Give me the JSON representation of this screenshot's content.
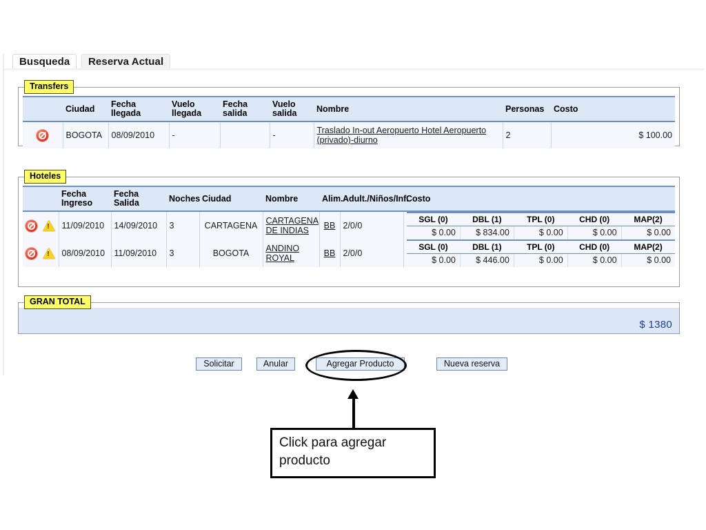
{
  "tabs": [
    {
      "label": "Busqueda",
      "active": true
    },
    {
      "label": "Reserva Actual",
      "active": false
    }
  ],
  "transfers": {
    "legend": "Transfers",
    "columns": [
      "",
      "Ciudad",
      "Fecha llegada",
      "Vuelo llegada",
      "Fecha salida",
      "Vuelo salida",
      "Nombre",
      "Personas",
      "Costo"
    ],
    "col_ciudad": "Ciudad",
    "col_fecha_llegada": "Fecha llegada",
    "col_vuelo_llegada": "Vuelo llegada",
    "col_fecha_salida": "Fecha salida",
    "col_vuelo_salida": "Vuelo salida",
    "col_nombre": "Nombre",
    "col_personas": "Personas",
    "col_costo": "Costo",
    "rows": [
      {
        "delete_icon": "deny-icon",
        "ciudad": "BOGOTA",
        "fecha_llegada": "08/09/2010",
        "vuelo_llegada": "-",
        "fecha_salida": "",
        "vuelo_salida": "-",
        "nombre": "Traslado In-out Aeropuerto Hotel Aeropuerto (privado)-diurno",
        "personas": "2",
        "costo": "$ 100.00"
      }
    ]
  },
  "hoteles": {
    "legend": "Hoteles",
    "col_fecha_ingreso": "Fecha Ingreso",
    "col_fecha_salida": "Fecha Salida",
    "col_noches": "Noches",
    "col_ciudad": "Ciudad",
    "col_nombre": "Nombre",
    "col_alim": "Alim.",
    "col_adult": "Adult./Niños/Inf.",
    "col_costo": "Costo",
    "rate_columns": [
      "SGL (0)",
      "DBL (1)",
      "TPL (0)",
      "CHD (0)",
      "MAP(2)"
    ],
    "rows": [
      {
        "delete_icon": "deny-icon",
        "warn_icon": "warning-icon",
        "fecha_ingreso": "11/09/2010",
        "fecha_salida": "14/09/2010",
        "noches": "3",
        "ciudad": "CARTAGENA",
        "nombre": "CARTAGENA DE INDIAS",
        "alim": "BB",
        "adult": "2/0/0",
        "rate_headers": [
          "SGL (0)",
          "DBL (1)",
          "TPL (0)",
          "CHD (0)",
          "MAP(2)"
        ],
        "rate_values": [
          "$ 0.00",
          "$ 834.00",
          "$ 0.00",
          "$ 0.00",
          "$ 0.00"
        ]
      },
      {
        "delete_icon": "deny-icon",
        "warn_icon": "warning-icon",
        "fecha_ingreso": "08/09/2010",
        "fecha_salida": "11/09/2010",
        "noches": "3",
        "ciudad": "BOGOTA",
        "nombre": "ANDINO ROYAL",
        "alim": "BB",
        "adult": "2/0/0",
        "rate_headers": [
          "SGL (0)",
          "DBL (1)",
          "TPL (0)",
          "CHD (0)",
          "MAP(2)"
        ],
        "rate_values": [
          "$ 0.00",
          "$ 446.00",
          "$ 0.00",
          "$ 0.00",
          "$ 0.00"
        ]
      }
    ]
  },
  "gran_total": {
    "legend": "GRAN TOTAL",
    "amount": "$ 1380",
    "amount_color": "#1f3f8f"
  },
  "buttons": [
    {
      "label": "Solicitar"
    },
    {
      "label": "Anular"
    },
    {
      "label": "Agregar Producto"
    },
    {
      "label": "Nueva reserva"
    }
  ],
  "annotation": {
    "text": "Click para agregar\nproducto",
    "highlight_target": "Agregar Producto"
  },
  "colors": {
    "legend_bg": "#ffff66",
    "table_header_bg": "#dde8f7",
    "table_row_bg": "#f4f8fd",
    "total_bg": "#dbe6f6",
    "button_bg": "#e2ecf8",
    "accent_rule": "#6a8fc4"
  }
}
